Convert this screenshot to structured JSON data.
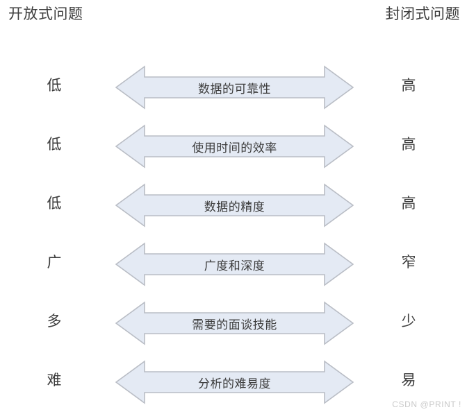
{
  "diagram": {
    "title_left": "开放式问题",
    "title_right": "封闭式问题",
    "arrow_fill": "#e4eaf4",
    "arrow_stroke": "#b9bdc5",
    "text_color": "#3c3c3c",
    "rows": [
      {
        "left": "低",
        "label": "数据的可靠性",
        "right": "高"
      },
      {
        "left": "低",
        "label": "使用时间的效率",
        "right": "高"
      },
      {
        "left": "低",
        "label": "数据的精度",
        "right": "高"
      },
      {
        "left": "广",
        "label": "广度和深度",
        "right": "窄"
      },
      {
        "left": "多",
        "label": "需要的面谈技能",
        "right": "少"
      },
      {
        "left": "难",
        "label": "分析的难易度",
        "right": "易"
      }
    ]
  },
  "watermark": {
    "text": "CSDN @PRINT !"
  }
}
